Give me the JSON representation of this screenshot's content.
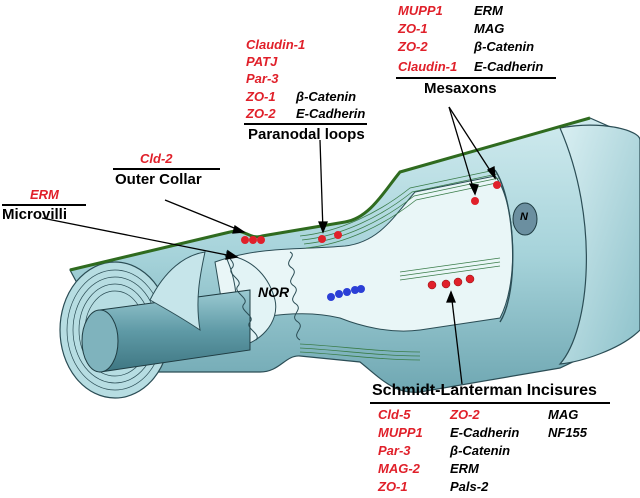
{
  "microvilli": {
    "proteins": [
      "ERM"
    ],
    "title": "Microvilli"
  },
  "outer_collar": {
    "proteins": [
      "Cld-2"
    ],
    "title": "Outer Collar"
  },
  "paranodal_loops": {
    "proteins_red": [
      "Claudin-1",
      "PATJ",
      "Par-3",
      "ZO-1",
      "ZO-2"
    ],
    "proteins_black": [
      "β-Catenin",
      "E-Cadherin"
    ],
    "title": "Paranodal loops"
  },
  "mesaxons": {
    "proteins_red": [
      "MUPP1",
      "ZO-1",
      "ZO-2",
      "Claudin-1"
    ],
    "proteins_black": [
      "ERM",
      "MAG",
      "β-Catenin",
      "E-Cadherin"
    ],
    "title": "Mesaxons"
  },
  "schmidt_lanterman": {
    "title": "Schmidt-Lanterman Incisures",
    "col1_red": [
      "Cld-5",
      "MUPP1",
      "Par-3",
      "MAG-2",
      "ZO-1"
    ],
    "col2_red": [
      "ZO-2"
    ],
    "col2_black": [
      "E-Cadherin",
      "β-Catenin",
      "ERM",
      "Pals-2"
    ],
    "col3_black": [
      "MAG",
      "NF155"
    ]
  },
  "node_label": "NOR",
  "nucleus_label": "N",
  "colors": {
    "protein_red": "#e0202a",
    "myelin": "#a9d6dc",
    "myelin_dark": "#5f9aa6",
    "outer_rim": "#2f6b1f",
    "dot_blue": "#2b3fd6"
  }
}
